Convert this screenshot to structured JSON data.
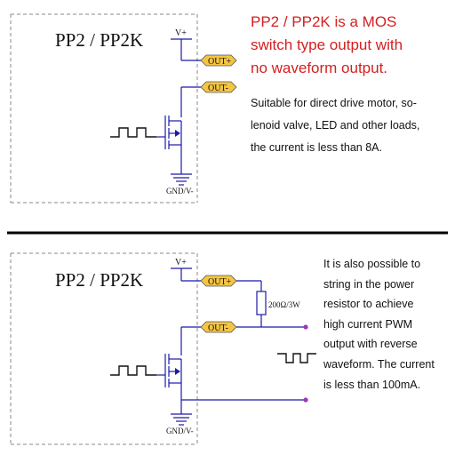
{
  "panel1": {
    "title": "PP2 / PP2K",
    "vplus": "V+",
    "out_plus": "OUT+",
    "out_minus": "OUT-",
    "gnd": "GND/V-",
    "heading_lines": [
      "PP2 / PP2K is a MOS",
      "switch type output with",
      "no waveform output."
    ],
    "desc_lines": [
      "Suitable for direct drive motor, so-",
      "lenoid valve, LED and other loads,",
      "the current is less than 8A."
    ]
  },
  "panel2": {
    "title": "PP2 / PP2K",
    "vplus": "V+",
    "out_plus": "OUT+",
    "out_minus": "OUT-",
    "gnd": "GND/V-",
    "resistor": "200Ω/3W",
    "desc_lines": [
      "It is also possible to",
      "string in the power",
      "resistor to achieve",
      "high current PWM",
      "output with reverse",
      "waveform. The current",
      "is less than 100mA."
    ]
  },
  "colors": {
    "wire": "#1a1aa8",
    "label_fill": "#f4c542",
    "heading": "#d42020",
    "terminal": "#9a3ab0",
    "dashed_border": "#888888",
    "divider": "#000000"
  }
}
